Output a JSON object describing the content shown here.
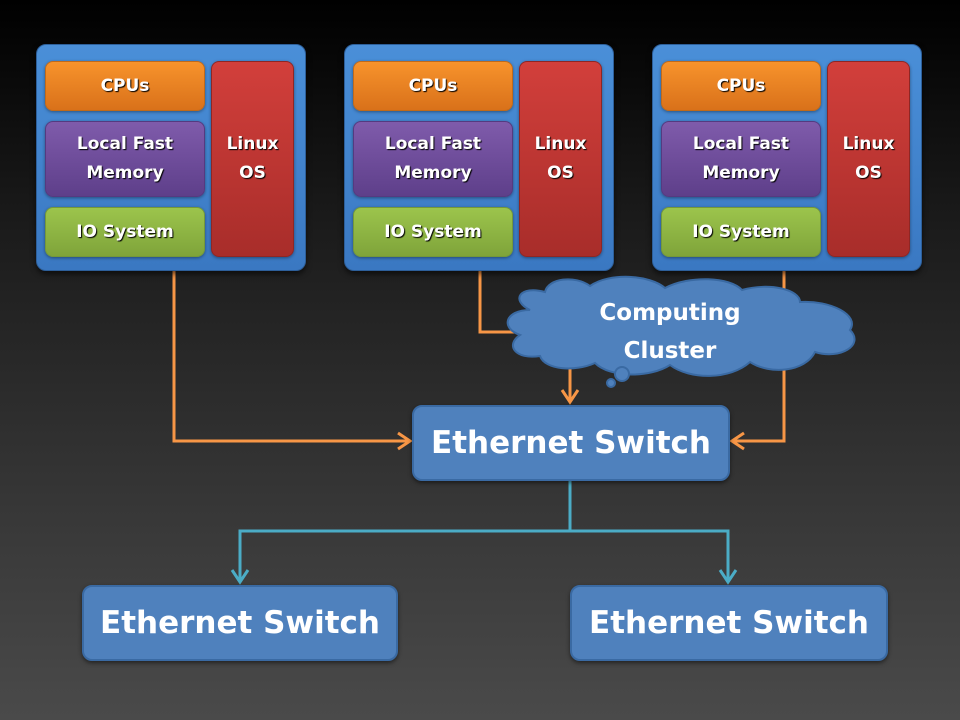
{
  "nodes": [
    {
      "cpu": "CPUs",
      "memory": "Local Fast Memory",
      "io": "IO System",
      "os": "Linux OS"
    },
    {
      "cpu": "CPUs",
      "memory": "Local Fast Memory",
      "io": "IO System",
      "os": "Linux OS"
    },
    {
      "cpu": "CPUs",
      "memory": "Local Fast Memory",
      "io": "IO System",
      "os": "Linux OS"
    }
  ],
  "cloud": {
    "label": "Computing Cluster"
  },
  "switches": {
    "main": "Ethernet Switch",
    "left": "Ethernet Switch",
    "right": "Ethernet Switch"
  },
  "colors": {
    "cpu": "#f7932c",
    "memory": "#7f5bab",
    "io": "#9cc44c",
    "os": "#d23f3b",
    "node": "#4a8fd8",
    "switch": "#4f81bd",
    "uplink": "#f79646",
    "downlink": "#4bacc6"
  }
}
